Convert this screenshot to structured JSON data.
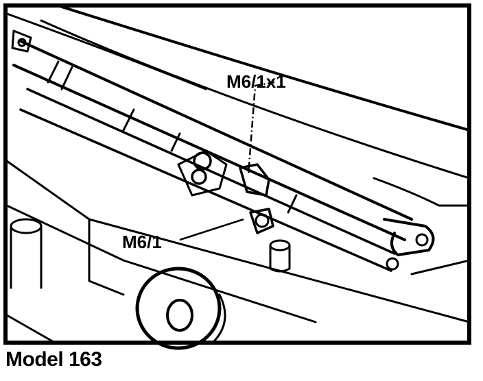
{
  "callouts": {
    "upper": "M6/1x1",
    "lower": "M6/1"
  },
  "caption": "Model 163",
  "colors": {
    "ink": "#000000",
    "paper": "#ffffff"
  }
}
